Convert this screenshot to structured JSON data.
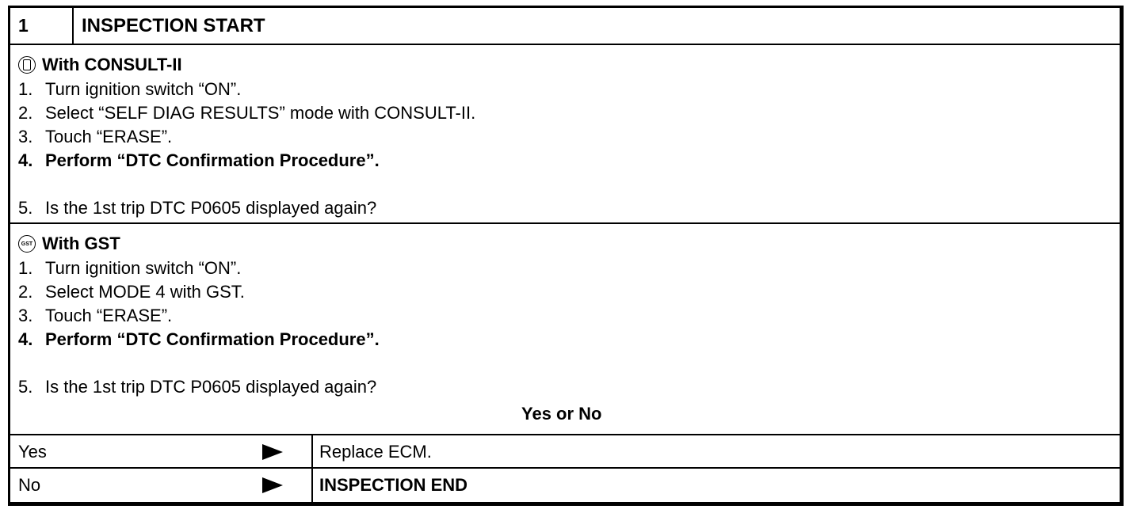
{
  "header": {
    "step_number": "1",
    "title": "INSPECTION START"
  },
  "consult": {
    "heading": "With CONSULT-II",
    "steps": [
      {
        "n": "1.",
        "text": "Turn ignition switch “ON”."
      },
      {
        "n": "2.",
        "text": "Select “SELF DIAG RESULTS” mode with CONSULT-II."
      },
      {
        "n": "3.",
        "text": "Touch “ERASE”."
      },
      {
        "n": "4.",
        "text": "Perform “DTC Confirmation Procedure”."
      },
      {
        "n": "5.",
        "text": "Is the 1st trip DTC P0605 displayed again?"
      }
    ]
  },
  "gst": {
    "heading": "With GST",
    "icon_text": "GST",
    "steps": [
      {
        "n": "1.",
        "text": "Turn ignition switch “ON”."
      },
      {
        "n": "2.",
        "text": "Select MODE 4 with GST."
      },
      {
        "n": "3.",
        "text": "Touch “ERASE”."
      },
      {
        "n": "4.",
        "text": "Perform “DTC Confirmation Procedure”."
      },
      {
        "n": "5.",
        "text": "Is the 1st trip DTC P0605 displayed again?"
      }
    ]
  },
  "question": "Yes or No",
  "results": [
    {
      "label": "Yes",
      "action": "Replace ECM."
    },
    {
      "label": "No",
      "action": "INSPECTION END"
    }
  ]
}
